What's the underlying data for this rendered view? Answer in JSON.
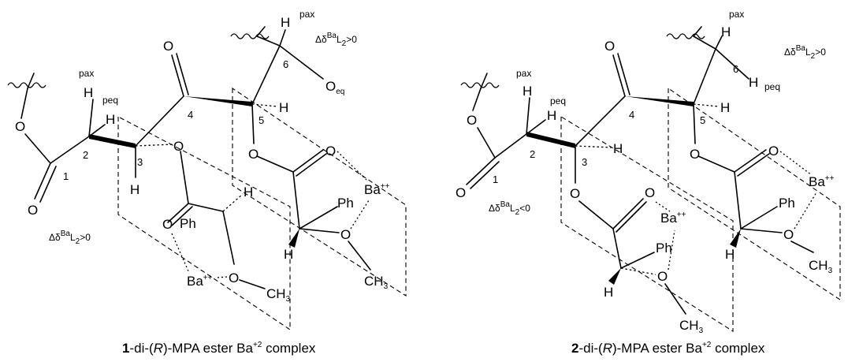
{
  "atoms": {
    "O": "O",
    "H": "H",
    "Ph": "Ph",
    "Ba": "Ba",
    "C": "CH",
    "sub3": "3",
    "sub_eq": "eq",
    "pp": "++"
  },
  "labels": {
    "pax": "pax",
    "peq": "peq",
    "n1": "1",
    "n2": "2",
    "n3": "3",
    "n4": "4",
    "n5": "5",
    "n6": "6"
  },
  "delta": {
    "prefix": "Δδ",
    "sup": "Ba",
    "mid": "L",
    "sub": "2",
    "gt": ">0",
    "lt": "<0"
  },
  "captions": {
    "c1_num": "1",
    "c2_num": "2",
    "pre": "-di-(",
    "r": "R",
    "post": ")-MPA ester Ba",
    "sup": "+2",
    "end": " complex"
  }
}
